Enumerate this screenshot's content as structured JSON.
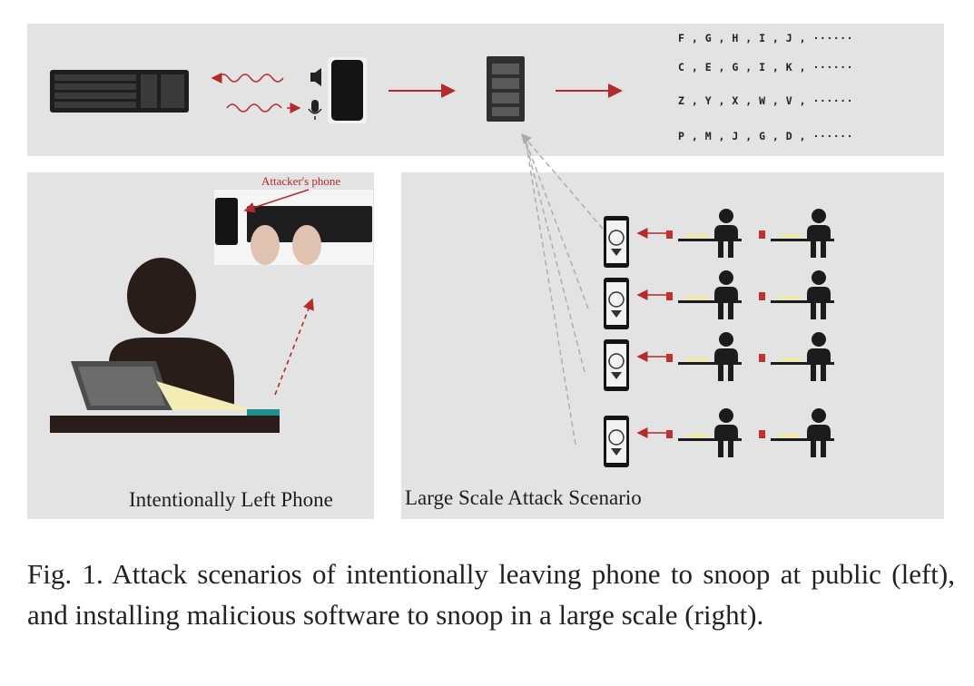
{
  "top": {
    "sequences": [
      "F , G , H , I , J , ······",
      "C , E , G , I , K , ······",
      "Z , Y , X , W , V , ······",
      "P , M , J , G , D , ······"
    ]
  },
  "left": {
    "attacker_label": "Attacker's phone",
    "caption": "Intentionally Left Phone"
  },
  "right": {
    "caption": "Large Scale Attack Scenario"
  },
  "figure_caption": "Fig. 1.  Attack scenarios of intentionally leaving phone to snoop at public (left), and installing malicious software to snoop in a large scale (right).",
  "colors": {
    "panel": "#e3e3e3",
    "accent_red": "#b52a2a",
    "figure_dark": "#2a1c18"
  }
}
